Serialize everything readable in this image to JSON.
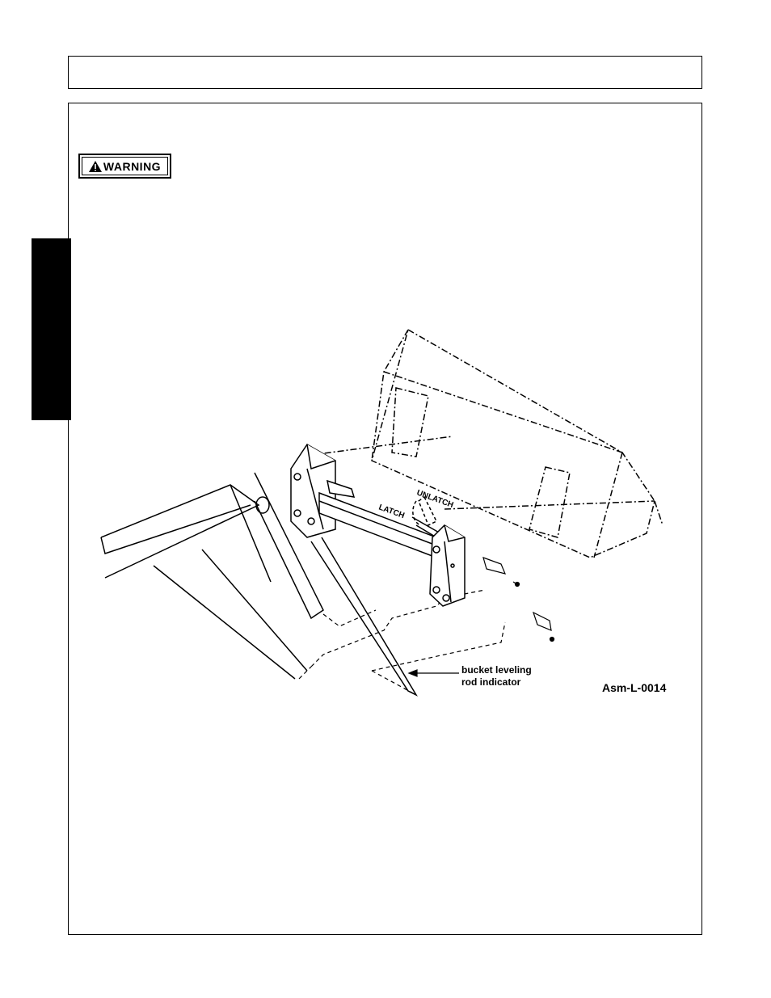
{
  "warning": {
    "label": "WARNING"
  },
  "figure": {
    "unlatch_label": "UNLATCH",
    "latch_label": "LATCH",
    "callout_line1": "bucket leveling",
    "callout_line2": "rod indicator",
    "figure_id": "Asm-L-0014"
  },
  "icons": {
    "warning": "warning-triangle-icon"
  }
}
